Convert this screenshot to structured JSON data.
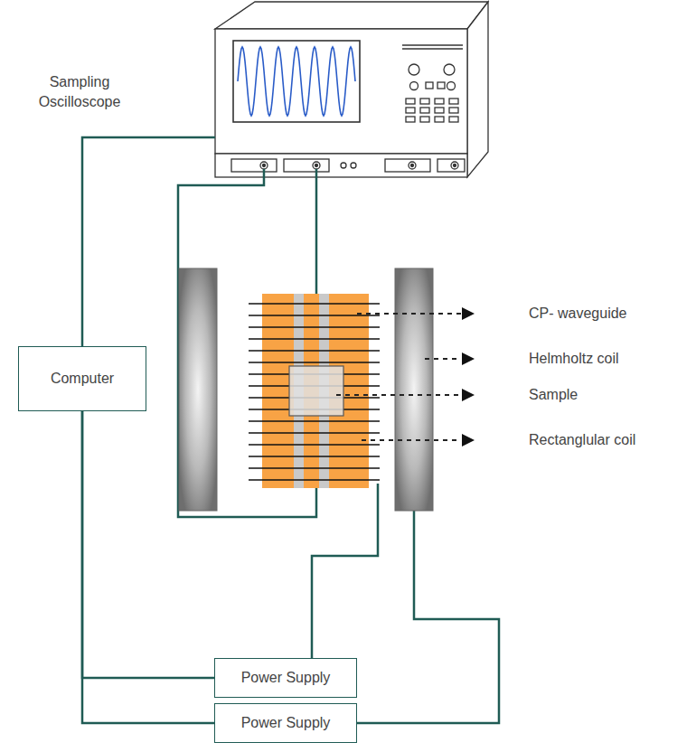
{
  "diagram": {
    "nodes": [
      {
        "text": [
          "Sampling Oscilloscope"
        ]
      },
      {
        "text": [
          "Computer"
        ]
      },
      {
        "text": [
          "Power Supply"
        ]
      },
      {
        "text": [
          "Power Supply"
        ]
      }
    ],
    "edges": [
      {
        "from": 1,
        "to": 0,
        "arrow": "none"
      },
      {
        "from": 1,
        "to": 2,
        "arrow": "none"
      },
      {
        "from": 1,
        "to": 3,
        "arrow": "none"
      }
    ],
    "labels": [
      "CP- waveguide",
      "Helmholtz coil",
      "Sample",
      "Rectanglular coil"
    ]
  }
}
